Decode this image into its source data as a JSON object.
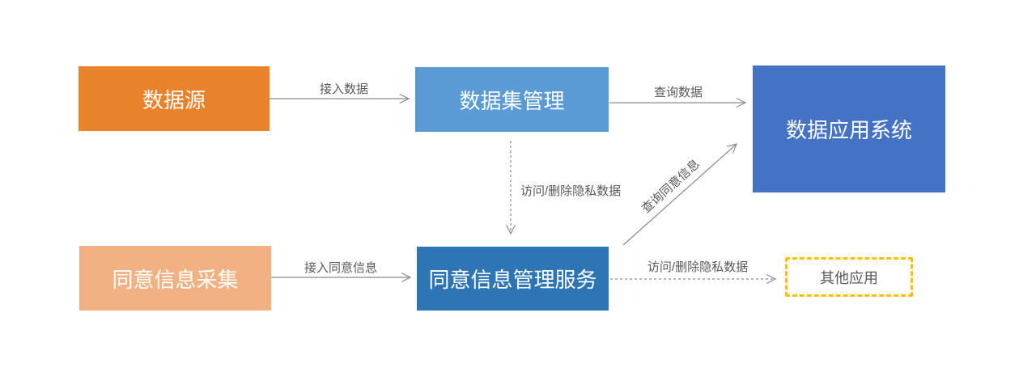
{
  "page": {
    "background": "#FFFFFF"
  },
  "diagram": {
    "nodes": [
      {
        "id": "data-source",
        "label": "数据源",
        "fill": "#E8832C",
        "text_color": "#FFFFFF"
      },
      {
        "id": "dataset-management",
        "label": "数据集管理",
        "fill": "#5B9BD5",
        "text_color": "#FFFFFF"
      },
      {
        "id": "data-app-system",
        "label": "数据应用系统",
        "fill": "#4472C4",
        "text_color": "#FFFFFF"
      },
      {
        "id": "consent-collection",
        "label": "同意信息采集",
        "fill": "#F2B183",
        "text_color": "#FFFFFF"
      },
      {
        "id": "consent-mgmt-service",
        "label": "同意信息管理服务",
        "fill": "#2E75B6",
        "text_color": "#FFFFFF"
      },
      {
        "id": "other-apps",
        "label": "其他应用",
        "fill": "#FFFFFF",
        "border_color": "#FFC000",
        "text_color": "#595959"
      }
    ],
    "edges": [
      {
        "from": "data-source",
        "to": "dataset-management",
        "label": "接入数据",
        "line": "solid"
      },
      {
        "from": "dataset-management",
        "to": "data-app-system",
        "label": "查询数据",
        "line": "solid"
      },
      {
        "from": "dataset-management",
        "to": "consent-mgmt-service",
        "label": "访问/删除隐私数据",
        "line": "dashed"
      },
      {
        "from": "consent-collection",
        "to": "consent-mgmt-service",
        "label": "接入同意信息",
        "line": "solid"
      },
      {
        "from": "consent-mgmt-service",
        "to": "data-app-system",
        "label": "查询同意信息",
        "line": "solid"
      },
      {
        "from": "consent-mgmt-service",
        "to": "other-apps",
        "label": "访问/删除隐私数据",
        "line": "dashed"
      }
    ],
    "edge_line_color": "#8A8A8A",
    "edge_label_color": "#595959"
  }
}
